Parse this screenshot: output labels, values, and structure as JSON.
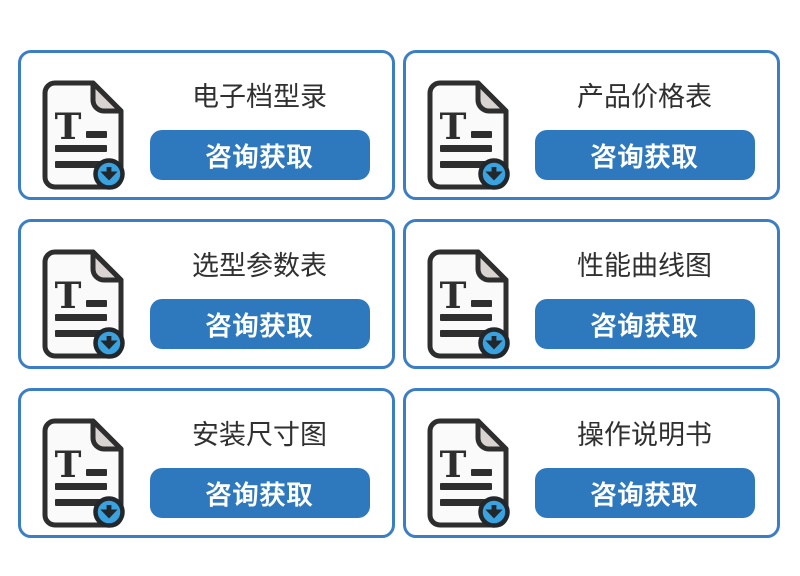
{
  "colors": {
    "card_border": "#3c7ec4",
    "button_bg": "#2e79be",
    "button_text": "#ffffff",
    "title_text": "#303030",
    "icon_outline": "#2e2e2e",
    "paper_fill": "#fbfafa",
    "fold_fill": "#d9d3d2",
    "badge_blue": "#3aa2de",
    "badge_ring": "#22272c",
    "page_bg": "#ffffff"
  },
  "icon": {
    "name": "document-download-icon",
    "letter": "T"
  },
  "cards": [
    {
      "title": "电子档型录",
      "button_label": "咨询获取"
    },
    {
      "title": "产品价格表",
      "button_label": "咨询获取"
    },
    {
      "title": "选型参数表",
      "button_label": "咨询获取"
    },
    {
      "title": "性能曲线图",
      "button_label": "咨询获取"
    },
    {
      "title": "安装尺寸图",
      "button_label": "咨询获取"
    },
    {
      "title": "操作说明书",
      "button_label": "咨询获取"
    }
  ]
}
